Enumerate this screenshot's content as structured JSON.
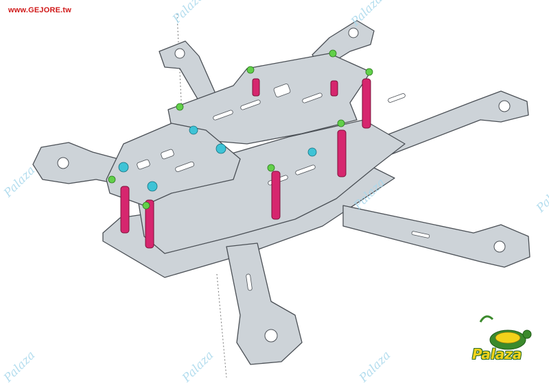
{
  "header": {
    "site_url": "www.GEJORE.tw"
  },
  "watermarks": [
    "Palaza",
    "Palaza",
    "Palaza",
    "Palaza",
    "Palaza",
    "Palaza",
    "Palaza",
    "Palaza"
  ],
  "logo": {
    "text": "Palaza",
    "icon": "turtle-logo-icon"
  },
  "colors": {
    "plate": "#cdd3d8",
    "plate_edge": "#4a4f55",
    "standoff": "#d6266e",
    "screw_green": "#62d04a",
    "screw_cyan": "#3ec3d6",
    "url_red": "#d01818",
    "watermark": "#a8d8ec"
  }
}
